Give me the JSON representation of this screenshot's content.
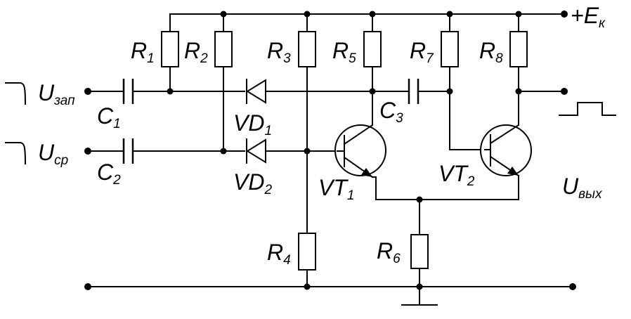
{
  "supply": {
    "sign": "+",
    "main": "E",
    "sub": "к"
  },
  "inputs": [
    {
      "main": "U",
      "sub": "зап"
    },
    {
      "main": "U",
      "sub": "ср"
    }
  ],
  "output": {
    "main": "U",
    "sub": "вых"
  },
  "resistors": [
    {
      "main": "R",
      "sub": "1"
    },
    {
      "main": "R",
      "sub": "2"
    },
    {
      "main": "R",
      "sub": "3"
    },
    {
      "main": "R",
      "sub": "4"
    },
    {
      "main": "R",
      "sub": "5"
    },
    {
      "main": "R",
      "sub": "6"
    },
    {
      "main": "R",
      "sub": "7"
    },
    {
      "main": "R",
      "sub": "8"
    }
  ],
  "capacitors": [
    {
      "main": "C",
      "sub": "1"
    },
    {
      "main": "C",
      "sub": "2"
    },
    {
      "main": "C",
      "sub": "3"
    }
  ],
  "diodes": [
    {
      "main": "VD",
      "sub": "1"
    },
    {
      "main": "VD",
      "sub": "2"
    }
  ],
  "transistors": [
    {
      "main": "VT",
      "sub": "1"
    },
    {
      "main": "VT",
      "sub": "2"
    }
  ]
}
